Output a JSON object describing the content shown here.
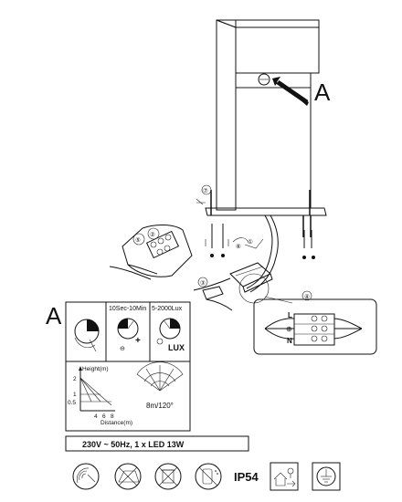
{
  "callouts": {
    "arrow_label": "A",
    "detail_label": "A",
    "step_1": "①",
    "step_2": "②",
    "step_3": "③",
    "step_4": "④",
    "step_5": "⑤",
    "step_6": "⑥",
    "step_7": "⑦"
  },
  "wiring": {
    "live": "L",
    "earth": "⊕",
    "neutral": "N"
  },
  "sensor_settings": {
    "time_label": "10Sec-10Min",
    "lux_label": "5-2000Lux",
    "lux_word": "LUX",
    "minus": "⊖",
    "plus": "+"
  },
  "detection_chart": {
    "height_axis": "Height(m)",
    "distance_axis": "Distance(m)",
    "y_ticks": [
      "2",
      "1",
      "0.5"
    ],
    "x_ticks": [
      "4",
      "6",
      "8"
    ],
    "range_label": "8m/120°"
  },
  "specs": {
    "power": "230V ~ 50Hz, 1 x LED 13W"
  },
  "icons": {
    "ip_rating": "IP54"
  }
}
